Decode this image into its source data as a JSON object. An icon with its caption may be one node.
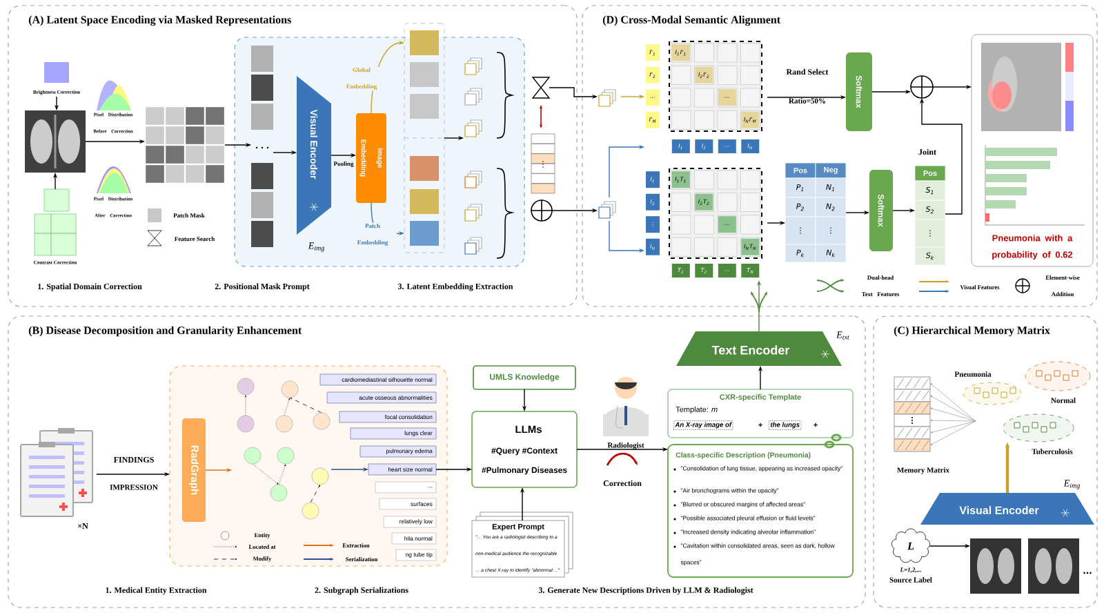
{
  "diagram": {
    "nodes": [
      {
        "text": [
          "(A) Latent Space Encoding via Masked Representations"
        ]
      },
      {
        "text": [
          "(D) Cross-Modal Semantic Alignment"
        ]
      },
      {
        "text": [
          "(B) Disease Decomposition and Granularity Enhancement"
        ]
      },
      {
        "text": [
          "(C) Hierarchical Memory Matrix"
        ]
      },
      {
        "text": [],
        "shape": "box",
        "in": 0
      },
      {
        "text": [],
        "shape": "picture",
        "in": 0
      },
      {
        "text": [],
        "shape": "picture",
        "in": 0
      },
      {
        "text": [],
        "shape": "picture",
        "in": 4
      },
      {
        "text": [
          "Visual Encoder"
        ],
        "beside": [
          "E$_{img}$"
        ],
        "in": 4
      },
      {
        "text": [
          "Image Embedding"
        ],
        "in": 4
      },
      {
        "text": [],
        "shape": "box",
        "in": 4
      },
      {
        "text": [],
        "shape": "hourglass",
        "in": 0
      },
      {
        "text": [],
        "shape": "circle",
        "in": 0
      },
      {
        "text": [],
        "shape": "box",
        "in": 1
      },
      {
        "text": [],
        "shape": "box",
        "in": 1
      },
      {
        "text": [
          "I'$_{1}$",
          "I'$_{2}$",
          "...",
          "I'$_{M}$",
          "I$_{1}$I'$_{1}$",
          "I$_{2}$I'$_{2}$",
          "...",
          "I$_{N}$I'$_{M}$",
          "I$_{1}$",
          "I$_{2}$",
          "...",
          "I$_{N}$"
        ],
        "in": 1
      },
      {
        "text": [
          "I$_{1}$",
          "I$_{2}$",
          "⋮",
          "I$_{N}$",
          "I$_{1}$T$_{1}$",
          "I$_{2}$T$_{2}$",
          "...",
          "I$_{N}$T$_{N}$",
          "T$_{1}$",
          "T$_{2}$",
          "...",
          "T$_{N}$"
        ],
        "in": 1
      },
      {
        "text": [
          "Softmax"
        ],
        "in": 1
      },
      {
        "text": [],
        "shape": "circle",
        "in": 1
      },
      {
        "text": [
          "Pos",
          "Neg",
          "P$_{1}$",
          "N$_{1}$",
          "P$_{2}$",
          "N$_{2}$",
          "⋮",
          "⋮",
          "P$_{k}$",
          "N$_{k}$"
        ],
        "in": 1
      },
      {
        "text": [
          "Softmax"
        ],
        "in": 1
      },
      {
        "text": [
          "Pos",
          "S$_{1}$",
          "S$_{2}$",
          "⋮",
          "S$_{k}$"
        ],
        "beside": [
          "Joint"
        ],
        "in": 1
      },
      {
        "text": [
          "Pneumonia with a probability of 0.62"
        ],
        "in": 1
      },
      {
        "text": [],
        "shape": "picture",
        "beside": [
          "×N"
        ],
        "in": 2
      },
      {
        "text": [],
        "shape": "box",
        "in": 2
      },
      {
        "text": [
          "RadGraph"
        ],
        "in": 24
      },
      {
        "text": [],
        "shape": "picture",
        "in": 24
      },
      {
        "text": [
          "cardiomediastinal silhouette normal"
        ],
        "in": 24
      },
      {
        "text": [
          "acute osseous abnormalities"
        ],
        "in": 24
      },
      {
        "text": [
          "focal consolidation"
        ],
        "in": 24
      },
      {
        "text": [
          "lungs clear"
        ],
        "in": 24
      },
      {
        "text": [
          "pulmonary edema"
        ],
        "in": 24
      },
      {
        "text": [
          "heart size normal"
        ],
        "in": 24
      },
      {
        "text": [
          "..."
        ],
        "in": 24
      },
      {
        "text": [
          "surfaces"
        ],
        "in": 24
      },
      {
        "text": [
          "relatively low"
        ],
        "in": 24
      },
      {
        "text": [
          "hila normal"
        ],
        "in": 24
      },
      {
        "text": [
          "ng tube tip"
        ],
        "in": 24
      },
      {
        "text": [
          "UMLS Knowledge"
        ],
        "in": 2
      },
      {
        "text": [
          "LLMs",
          "#Query #Context",
          "#Pulmonary Diseases"
        ],
        "in": 2
      },
      {
        "text": [
          "Expert Prompt",
          "\"... You are a radiologist describing to a non-medical audience the recognizable ... a chest X-ray to identify \"abnormal ...\""
        ],
        "in": 2
      },
      {
        "text": [],
        "shape": "person",
        "beside": [
          "Radiologist"
        ],
        "in": 2
      },
      {
        "text": [
          "Text Encoder"
        ],
        "beside": [
          "E$_{txt}$"
        ],
        "in": 2
      },
      {
        "text": [
          "CXR-specific Template",
          "Template: *m*",
          "An X-ray image of",
          "+",
          "the lungs",
          "+"
        ],
        "in": 2
      },
      {
        "text": [
          "Class-specific Description (Pneumonia)",
          "\"Consolidation of lung tissue, appearing as increased opacity\"",
          "\"Air bronchograms within the opacity\"",
          "\"Blurred or obscured margins of affected areas\"",
          "\"Possible associated pleural effusion or fluid levels\"",
          "\"Increased density indicating alveolar inflammation\"",
          "\"Cavitation within consolidated areas, seen as dark, hollow spaces\""
        ],
        "in": 2
      },
      {
        "text": [],
        "shape": "box",
        "beside": [
          "Memory Matrix"
        ],
        "in": 3
      },
      {
        "text": [
          "Pneumonia"
        ],
        "in": 3
      },
      {
        "text": [
          "Normal"
        ],
        "in": 3
      },
      {
        "text": [
          "Tuberculosis"
        ],
        "in": 3
      },
      {
        "text": [
          "Visual Encoder"
        ],
        "beside": [
          "E$_{img}$"
        ],
        "in": 3
      },
      {
        "text": [
          "L"
        ],
        "beside": [
          "L=1,2,...",
          "Source Label"
        ],
        "in": 3
      },
      {
        "text": [],
        "shape": "picture",
        "beside": [
          "..."
        ],
        "in": 3
      },
      {
        "text": [
          "Brightness Correction"
        ],
        "in": 0
      },
      {
        "text": [
          "Contrast Correction"
        ],
        "in": 0
      },
      {
        "text": [],
        "shape": "box",
        "in": 4
      }
    ],
    "edges": [
      {
        "from": 5,
        "to": 6,
        "arrow": "to"
      },
      {
        "from": 6,
        "to": 7,
        "arrow": "to"
      },
      {
        "from": 7,
        "to": 8,
        "arrow": "to"
      },
      {
        "from": 8,
        "to": 9,
        "arrow": "to",
        "label": "Pooling"
      },
      {
        "from": 9,
        "to": 10,
        "arrow": "to",
        "label": "Global Embedding",
        "color": "#c9a227"
      },
      {
        "from": 9,
        "to": 10,
        "arrow": "to",
        "label": "Patch Embedding",
        "color": "#3a76b8"
      },
      {
        "from": 10,
        "to": 54,
        "arrow": "to"
      },
      {
        "from": 11,
        "to": 13,
        "arrow": "to"
      },
      {
        "from": 12,
        "to": 14,
        "arrow": "to"
      },
      {
        "from": 13,
        "to": 15,
        "arrow": "to",
        "color": "#c9a227"
      },
      {
        "from": 14,
        "to": 15,
        "arrow": "to",
        "color": "#3a76b8"
      },
      {
        "from": 14,
        "to": 16,
        "arrow": "to",
        "color": "#3a76b8"
      },
      {
        "from": 15,
        "to": 17,
        "arrow": "to",
        "label": "Rand Select"
      },
      {
        "from": 17,
        "to": 18,
        "arrow": "to"
      },
      {
        "from": 18,
        "to": 22,
        "arrow": "to"
      },
      {
        "from": 16,
        "to": 19,
        "arrow": "to"
      },
      {
        "from": 19,
        "to": 20,
        "arrow": "to"
      },
      {
        "from": 20,
        "to": 21,
        "arrow": "to"
      },
      {
        "from": 21,
        "to": 18,
        "arrow": "to"
      },
      {
        "from": 23,
        "to": 24,
        "arrow": "to",
        "label": "FINDINGS"
      },
      {
        "from": 25,
        "to": 26,
        "arrow": "to",
        "color": "#d9731f"
      },
      {
        "from": 26,
        "to": 32,
        "arrow": "to",
        "color": "#2f4f8f"
      },
      {
        "from": 32,
        "to": 39,
        "arrow": "to"
      },
      {
        "from": 38,
        "to": 39,
        "arrow": "to"
      },
      {
        "from": 40,
        "to": 39,
        "arrow": "to"
      },
      {
        "from": 39,
        "to": 44,
        "arrow": "to",
        "label": "Correction"
      },
      {
        "from": 43,
        "to": 42,
        "arrow": "to"
      },
      {
        "from": 42,
        "to": 16,
        "arrow": "to",
        "color": "#4e8a3e"
      },
      {
        "from": null,
        "to": 45,
        "arrow": "to",
        "color": "#888888"
      },
      {
        "from": null,
        "to": 45,
        "arrow": "to",
        "color": "#888888"
      },
      {
        "from": null,
        "to": 45,
        "arrow": "to",
        "color": "#888888"
      },
      {
        "from": null,
        "to": 45,
        "arrow": "to",
        "color": "#888888"
      },
      {
        "from": null,
        "to": 45,
        "arrow": "to",
        "color": "#888888"
      },
      {
        "from": null,
        "to": 45,
        "arrow": "to",
        "color": "#888888"
      },
      {
        "from": 49,
        "to": 48,
        "arrow": "to",
        "style": "thick",
        "color": "#c9a227"
      },
      {
        "from": 50,
        "to": 51,
        "arrow": "to"
      },
      {
        "from": 52,
        "to": 5,
        "arrow": "to"
      },
      {
        "from": 53,
        "to": 5,
        "arrow": "to"
      }
    ],
    "labels": [
      "Pixel Distribution Before Correction",
      "Pixel Distribution After Correction",
      "1. Spatial Domain Correction",
      "2. Positional Mask Prompt",
      "3. Latent Embedding Extraction",
      "Ratio=50%",
      "IMPRESSION",
      "1. Medical Entity Extraction",
      "2. Subgraph Serializations",
      "3. Generate New Descriptions Driven by LLM & Radiologist"
    ],
    "legend": [
      {
        "text": "Patch Mask",
        "color": "#c8c8c8"
      },
      {
        "text": "Feature Search"
      },
      {
        "text": "Dual-head Text Features"
      },
      {
        "text": "Visual Features"
      },
      {
        "text": "Element-wise Addition"
      },
      {
        "text": "Entity"
      },
      {
        "text": "Located at"
      },
      {
        "text": "Modify"
      },
      {
        "text": "Extraction"
      },
      {
        "text": "Serialization"
      }
    ]
  }
}
